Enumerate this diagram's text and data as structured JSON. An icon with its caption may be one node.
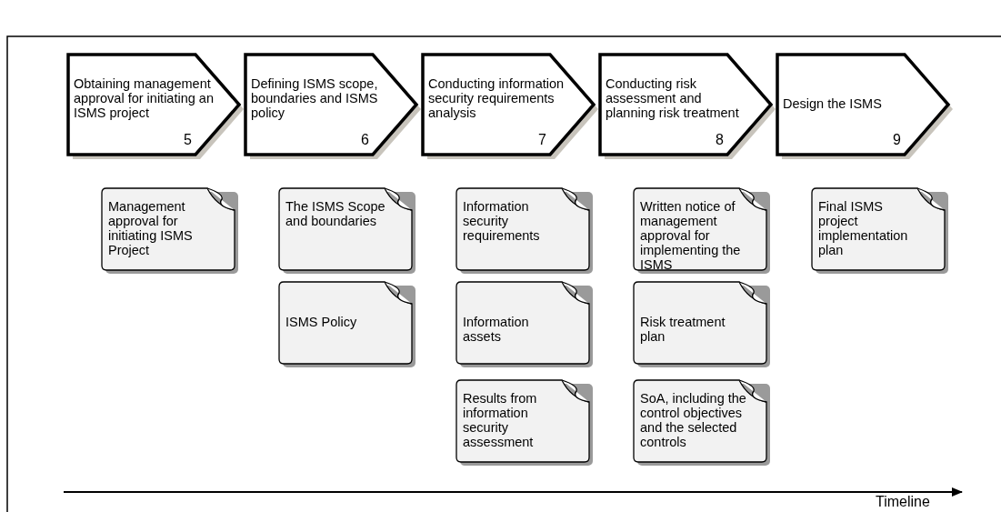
{
  "diagram": {
    "nodes": [
      {
        "text": [
          "Obtaining management approval for initiating an ISMS project",
          "5"
        ]
      },
      {
        "text": [
          "Defining ISMS scope, boundaries and ISMS policy",
          "6"
        ]
      },
      {
        "text": [
          "Conducting information security requirements analysis",
          "7"
        ]
      },
      {
        "text": [
          "Conducting risk assessment and planning risk treatment",
          "8"
        ]
      },
      {
        "text": [
          "Design the ISMS",
          "9"
        ]
      },
      {
        "text": [
          "Management approval for initiating ISMS Project"
        ]
      },
      {
        "text": [
          "The ISMS Scope and boundaries"
        ]
      },
      {
        "text": [
          "ISMS Policy"
        ]
      },
      {
        "text": [
          "Information security requirements"
        ]
      },
      {
        "text": [
          "Information assets"
        ]
      },
      {
        "text": [
          "Results from information security assessment"
        ]
      },
      {
        "text": [
          "Written notice of management approval for implementing the ISMS"
        ]
      },
      {
        "text": [
          "Risk treatment plan"
        ]
      },
      {
        "text": [
          "SoA, including the control objectives and the selected controls"
        ]
      },
      {
        "text": [
          "Final ISMS project implementation plan"
        ]
      }
    ],
    "edges": [],
    "labels": [
      "Timeline"
    ]
  }
}
